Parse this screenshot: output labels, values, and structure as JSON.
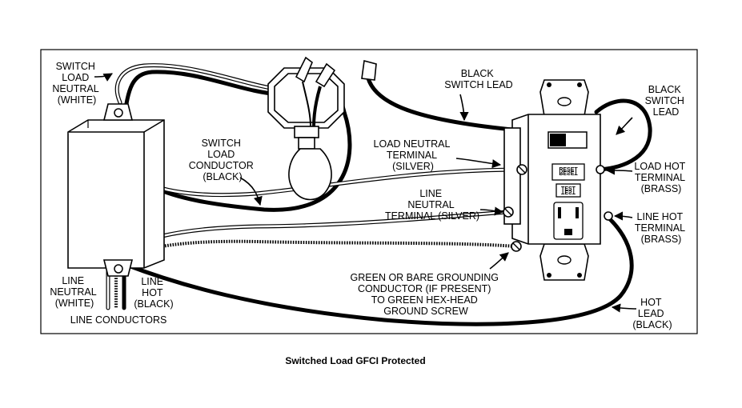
{
  "caption": "Switched Load GFCI Protected",
  "labels": {
    "switch_load_neutral": [
      "SWITCH",
      "LOAD",
      "NEUTRAL",
      "(WHITE)"
    ],
    "switch_load_conductor": [
      "SWITCH",
      "LOAD",
      "CONDUCTOR",
      "(BLACK)"
    ],
    "black_switch_lead_top": [
      "BLACK",
      "SWITCH LEAD"
    ],
    "black_switch_lead_right": [
      "BLACK",
      "SWITCH",
      "LEAD"
    ],
    "load_neutral_terminal": [
      "LOAD NEUTRAL",
      "TERMINAL",
      "(SILVER)"
    ],
    "load_hot_terminal": [
      "LOAD HOT",
      "TERMINAL",
      "(BRASS)"
    ],
    "line_neutral_terminal": [
      "LINE",
      "NEUTRAL",
      "TERMINAL (SILVER)"
    ],
    "line_hot_terminal": [
      "LINE HOT",
      "TERMINAL",
      "(BRASS)"
    ],
    "grounding_conductor": [
      "GREEN OR BARE GROUNDING",
      "CONDUCTOR (IF PRESENT)",
      "TO GREEN HEX-HEAD",
      "GROUND SCREW"
    ],
    "hot_lead": [
      "HOT",
      "LEAD",
      "(BLACK)"
    ],
    "line_neutral": [
      "LINE",
      "NEUTRAL",
      "(WHITE)"
    ],
    "line_hot": [
      "LINE",
      "HOT",
      "(BLACK)"
    ],
    "line_conductors": "LINE CONDUCTORS"
  },
  "device": {
    "reset_label": "RESET",
    "test_label": "TEST"
  }
}
